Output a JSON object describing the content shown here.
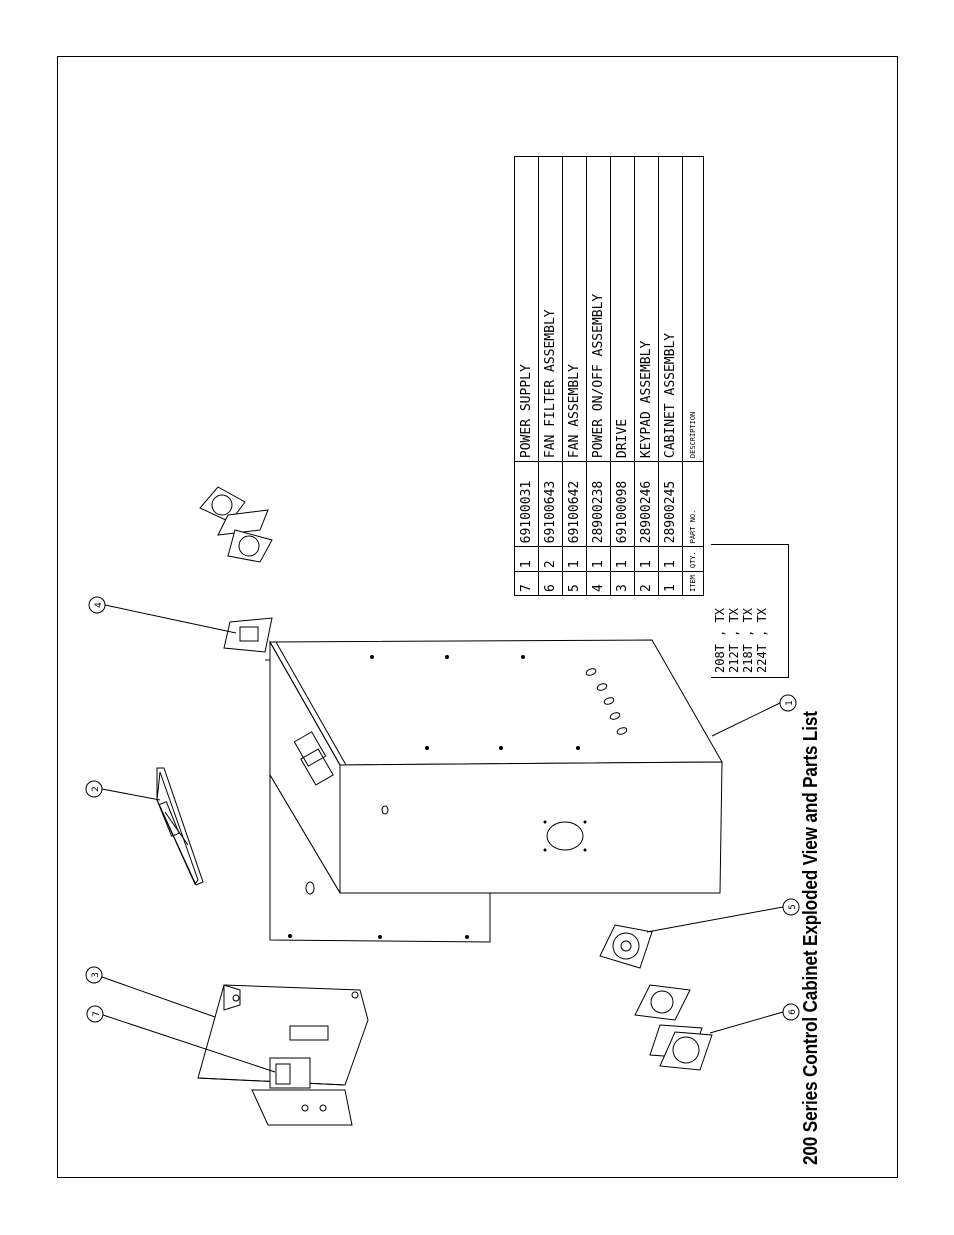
{
  "title": "200 Series Control Cabinet Exploded View and Parts List",
  "parts_table": {
    "rows": [
      {
        "item": "7",
        "qty": "1",
        "part_no": "69100031",
        "description": "POWER SUPPLY"
      },
      {
        "item": "6",
        "qty": "2",
        "part_no": "69100643",
        "description": "FAN FILTER ASSEMBLY"
      },
      {
        "item": "5",
        "qty": "1",
        "part_no": "69100642",
        "description": "FAN ASSEMBLY"
      },
      {
        "item": "4",
        "qty": "1",
        "part_no": "28900238",
        "description": "POWER ON/OFF ASSEMBLY"
      },
      {
        "item": "3",
        "qty": "1",
        "part_no": "69100098",
        "description": "DRIVE"
      },
      {
        "item": "2",
        "qty": "1",
        "part_no": "28900246",
        "description": "KEYPAD ASSEMBLY"
      },
      {
        "item": "1",
        "qty": "1",
        "part_no": "28900245",
        "description": "CABINET ASSEMBLY"
      }
    ],
    "header": {
      "item": "ITEM",
      "qty": "QTY.",
      "part_no": "PART NO.",
      "description": "DESCRIPTION"
    },
    "models": [
      "208T , TX",
      "212T , TX",
      "218T , TX",
      "224T , TX"
    ]
  },
  "callouts": {
    "c1": "1",
    "c2": "2",
    "c3": "3",
    "c4": "4",
    "c5": "5",
    "c6": "6",
    "c7": "7"
  }
}
